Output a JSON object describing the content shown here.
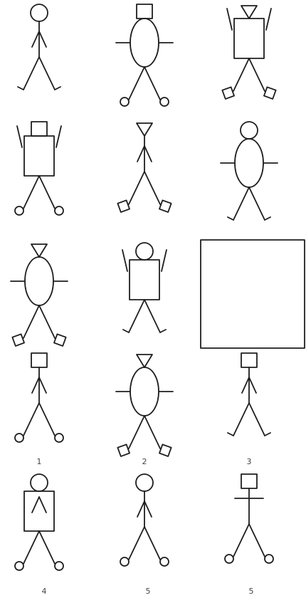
{
  "figures": [
    {
      "head": "circle",
      "body": "stick",
      "arms": "down",
      "legs": "v",
      "feet": "none"
    },
    {
      "head": "square",
      "body": "oval",
      "arms": "out",
      "legs": "v",
      "feet": "circle"
    },
    {
      "head": "triangle",
      "body": "rect",
      "arms": "up",
      "legs": "v",
      "feet": "square"
    },
    {
      "head": "square",
      "body": "rect",
      "arms": "up",
      "legs": "v",
      "feet": "circle"
    },
    {
      "head": "triangle",
      "body": "stick",
      "arms": "down",
      "legs": "v",
      "feet": "square"
    },
    {
      "head": "circle",
      "body": "oval",
      "arms": "out",
      "legs": "v",
      "feet": "none"
    },
    {
      "head": "triangle",
      "body": "oval",
      "arms": "out",
      "legs": "v",
      "feet": "square"
    },
    {
      "head": "circle",
      "body": "rect",
      "arms": "up",
      "legs": "v",
      "feet": "none"
    },
    {
      "blank": true
    },
    {
      "head": "square",
      "body": "stick",
      "arms": "down",
      "legs": "v",
      "feet": "circle"
    },
    {
      "head": "triangle",
      "body": "oval",
      "arms": "out",
      "legs": "v",
      "feet": "square"
    },
    {
      "head": "square",
      "body": "stick",
      "arms": "down",
      "legs": "v",
      "feet": "none"
    },
    {
      "head": "circle",
      "body": "rect",
      "arms": "down",
      "legs": "v",
      "feet": "circle"
    },
    {
      "head": "circle",
      "body": "stick",
      "arms": "down",
      "legs": "v",
      "feet": "circle"
    },
    {
      "head": "square",
      "body": "stick",
      "arms": "out",
      "legs": "v",
      "feet": "circle"
    }
  ],
  "option_labels": [
    "1",
    "2",
    "3",
    "4",
    "5",
    "5"
  ]
}
